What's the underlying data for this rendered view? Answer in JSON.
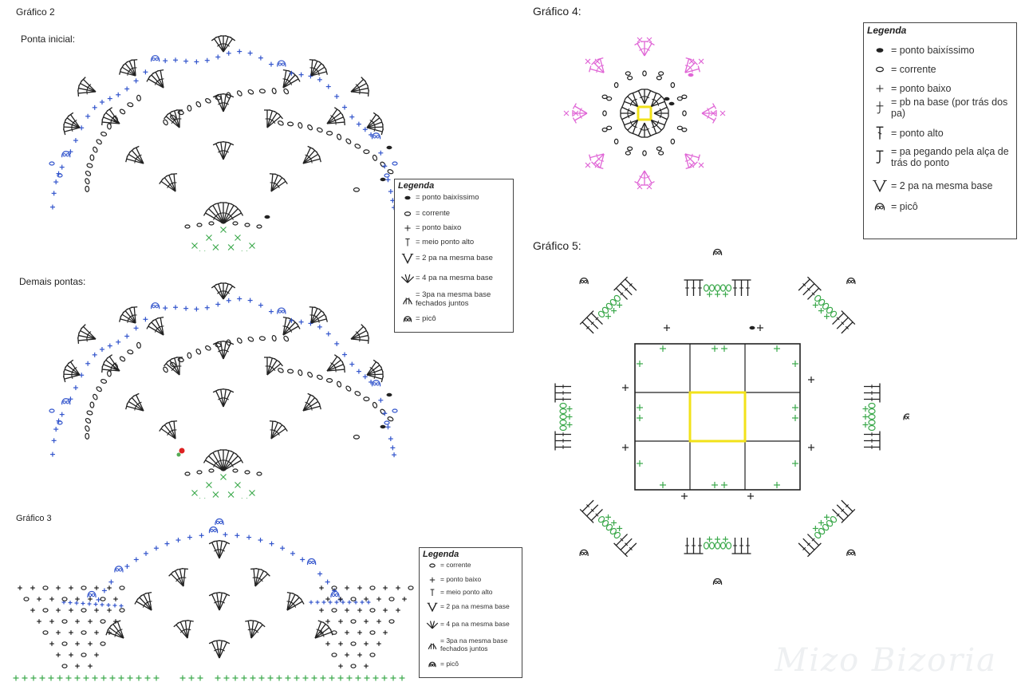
{
  "chart2": {
    "title": "Gráfico 2",
    "first_tip": "Ponta inicial:",
    "other_tips": "Demais pontas:"
  },
  "chart3": {
    "title": "Gráfico 3"
  },
  "chart4": {
    "title": "Gráfico 4:"
  },
  "chart5": {
    "title": "Gráfico 5:"
  },
  "legend_a": {
    "title": "Legenda",
    "items": [
      {
        "icon": "slip-stitch-icon",
        "text": "= ponto baixíssimo"
      },
      {
        "icon": "chain-icon",
        "text": "= corrente"
      },
      {
        "icon": "single-crochet-icon",
        "text": "= ponto baixo"
      },
      {
        "icon": "half-double-icon",
        "text": "= meio ponto alto"
      },
      {
        "icon": "two-dc-same-base-icon",
        "text": "= 2 pa na mesma base"
      },
      {
        "icon": "four-dc-same-base-icon",
        "text": "= 4 pa na mesma base"
      },
      {
        "icon": "three-dc-closed-icon",
        "text": "= 3pa na mesma base fechados juntos"
      },
      {
        "icon": "picot-icon",
        "text": "= picô"
      }
    ]
  },
  "legend_b": {
    "title": "Legenda",
    "items": [
      {
        "icon": "chain-icon",
        "text": "= corrente"
      },
      {
        "icon": "single-crochet-icon",
        "text": "= ponto baixo"
      },
      {
        "icon": "half-double-icon",
        "text": "= meio ponto alto"
      },
      {
        "icon": "two-dc-same-base-icon",
        "text": "= 2 pa na mesma base"
      },
      {
        "icon": "four-dc-same-base-icon",
        "text": "= 4 pa na mesma base"
      },
      {
        "icon": "three-dc-closed-icon",
        "text": "= 3pa na mesma base fechados juntos"
      },
      {
        "icon": "picot-icon",
        "text": "= picô"
      }
    ]
  },
  "legend_c": {
    "title": "Legenda",
    "items": [
      {
        "icon": "slip-stitch-icon",
        "text": "= ponto baixíssimo"
      },
      {
        "icon": "chain-icon",
        "text": "= corrente"
      },
      {
        "icon": "single-crochet-icon",
        "text": "= ponto baixo"
      },
      {
        "icon": "sc-in-base-icon",
        "text": "= pb na base (por trás dos pa)"
      },
      {
        "icon": "double-crochet-icon",
        "text": "= ponto alto"
      },
      {
        "icon": "dc-back-loop-icon",
        "text": "= pa pegando pela alça de trás do ponto"
      },
      {
        "icon": "two-dc-same-base-icon",
        "text": "= 2 pa na mesma base"
      },
      {
        "icon": "picot-icon",
        "text": "= picô"
      }
    ]
  },
  "colors": {
    "black": "#222222",
    "blue": "#3355cc",
    "green": "#3aa84a",
    "pink": "#e066d6",
    "yellow": "#f2e21a"
  }
}
